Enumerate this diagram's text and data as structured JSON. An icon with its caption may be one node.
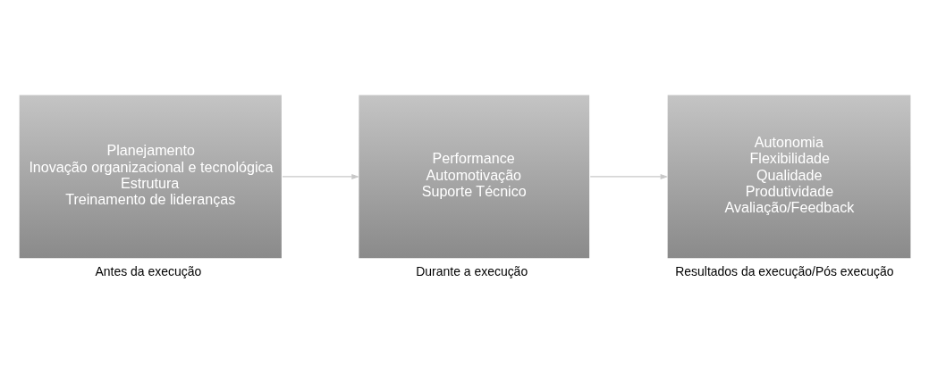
{
  "diagram": {
    "nodes": [
      {
        "text": [
          "Planejamento",
          "Inovação organizacional e tecnológica",
          "Estrutura",
          "Treinamento de lideranças"
        ],
        "beside": [
          "Antes da execução"
        ]
      },
      {
        "text": [
          "Performance",
          "Automotivação",
          "Suporte Técnico"
        ],
        "beside": [
          "Durante a execução"
        ]
      },
      {
        "text": [
          "Autonomia",
          "Flexibilidade",
          "Qualidade",
          "Produtividade",
          "Avaliação/Feedback"
        ],
        "beside": [
          "Resultados da execução/Pós execução"
        ]
      }
    ],
    "edges": [
      {
        "from": 0,
        "to": 1,
        "arrow": "to"
      },
      {
        "from": 1,
        "to": 2,
        "arrow": "to"
      }
    ]
  }
}
